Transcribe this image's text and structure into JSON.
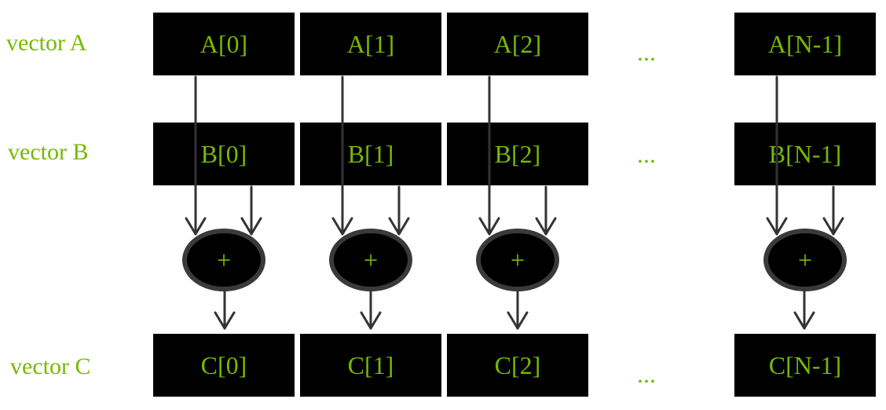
{
  "labels": {
    "a": "vector  A",
    "b": "vector  B",
    "c": "vector  C"
  },
  "vector_a": [
    "A[0]",
    "A[1]",
    "A[2]",
    "A[N-1]"
  ],
  "vector_b": [
    "B[0]",
    "B[1]",
    "B[2]",
    "B[N-1]"
  ],
  "vector_c": [
    "C[0]",
    "C[1]",
    "C[2]",
    "C[N-1]"
  ],
  "ellipsis": "...",
  "operator": "+",
  "colors": {
    "accent": "#76b900",
    "box": "#000000",
    "arrow": "#333333"
  }
}
